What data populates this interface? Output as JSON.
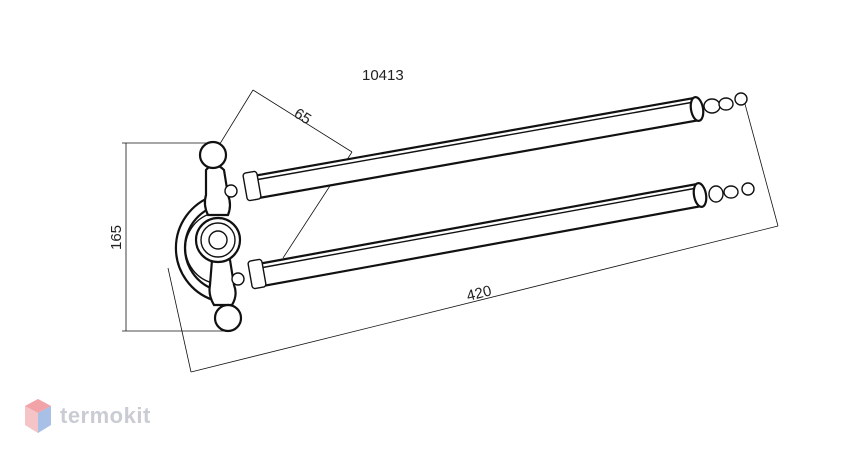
{
  "diagram": {
    "model_number": "10413",
    "dimensions": {
      "height": "165",
      "width": "65",
      "length": "420"
    }
  },
  "brand": {
    "name": "termokit",
    "logo_icon": "hexagon-logo-icon"
  },
  "colors": {
    "line": "#111111",
    "logo_red": "#f2a3a8",
    "logo_blue": "#a9c0e6",
    "brand_text": "#c9ccd3"
  }
}
